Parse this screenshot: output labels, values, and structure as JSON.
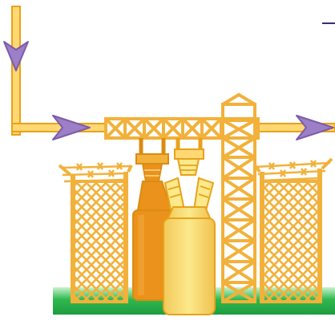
{
  "diagram": {
    "subject": "electrical-substation-with-power-flow",
    "components": {
      "feed_line": {
        "icon": "power-flow-line-icon",
        "direction": "down-then-right"
      },
      "output_line": {
        "icon": "power-flow-line-icon",
        "direction": "right"
      },
      "flow_arrows": {
        "icon": "arrowhead-icon",
        "count": 3
      },
      "gantry": {
        "icon": "lattice-gantry-icon"
      },
      "transmission_tower": {
        "icon": "lattice-tower-icon"
      },
      "transformers": {
        "icon": "transformer-icon",
        "count": 2
      },
      "fences": {
        "icon": "chain-link-fence-icon",
        "count": 2
      },
      "barbed_wire": {
        "icon": "barbed-wire-icon"
      },
      "ground": {
        "icon": "grass-ground-icon"
      }
    }
  },
  "colors": {
    "background": "#ffffff",
    "line_fill": "#ffd873",
    "line_edge": "#e8a21a",
    "structure": "#f2b13a",
    "structure_dark": "#d98c12",
    "transformer_dark": "#ea921c",
    "transformer_light": "#f7e27a",
    "arrow_fill": "#9b7fc7",
    "arrow_edge": "#7e5ba8",
    "ground_green": "#27b34a",
    "ground_light": "#bff0c5",
    "accent_line": "#3d2a7a"
  }
}
